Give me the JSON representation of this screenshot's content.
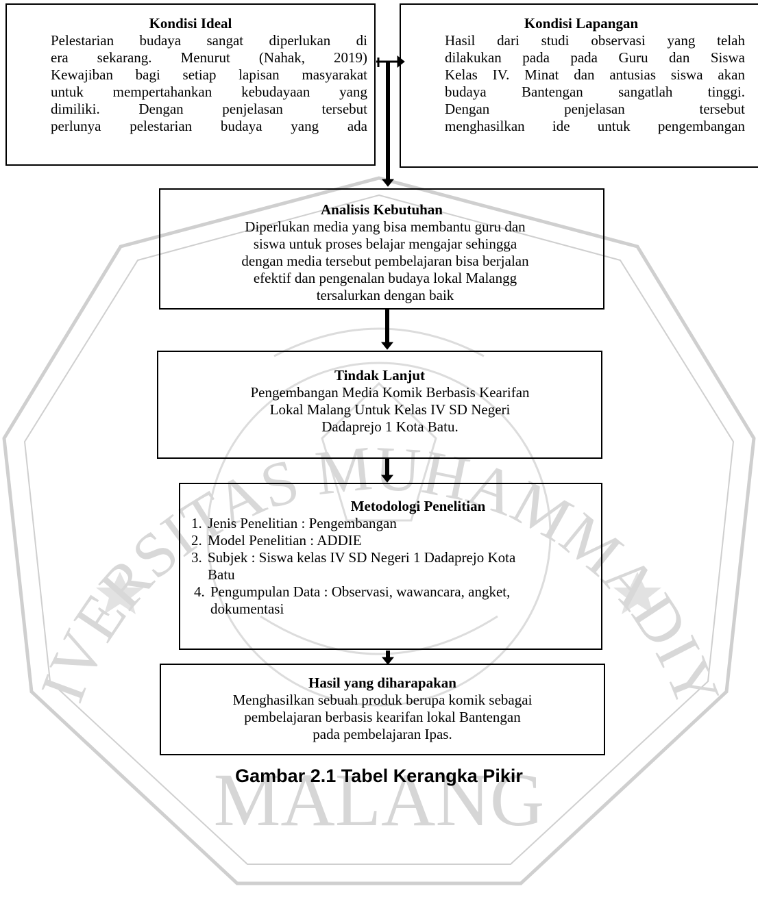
{
  "watermark": {
    "color": "#c8c8c8",
    "top_text": "UNIVERSITAS MUHAMMADIYAH",
    "bottom_text": "MALANG"
  },
  "boxes": {
    "kondisi_ideal": {
      "title": "Kondisi Ideal",
      "lines": [
        "Pelestarian budaya sangat diperlukan di",
        "era sekarang. Menurut (Nahak, 2019)",
        "Kewajiban bagi setiap lapisan masyarakat",
        "untuk mempertahankan kebudayaan yang",
        "dimiliki. Dengan penjelasan tersebut",
        "perlunya pelestarian budaya yang ada"
      ]
    },
    "kondisi_lapangan": {
      "title": "Kondisi Lapangan",
      "lines": [
        "Hasil dari studi observasi yang telah",
        "dilakukan pada pada Guru dan Siswa",
        "Kelas IV. Minat dan antusias siswa akan",
        "budaya Bantengan sangatlah tinggi.",
        "Dengan penjelasan tersebut",
        "menghasilkan ide untuk pengembangan"
      ]
    },
    "analisis_kebutuhan": {
      "title": "Analisis Kebutuhan",
      "lines": [
        "Diperlukan media yang bisa membantu guru dan",
        "siswa untuk proses belajar mengajar sehingga",
        "dengan media tersebut pembelajaran bisa berjalan",
        "efektif dan pengenalan budaya lokal Malangg",
        "tersalurkan dengan baik"
      ]
    },
    "tindak_lanjut": {
      "title": "Tindak Lanjut",
      "lines": [
        "Pengembangan Media Komik Berbasis Kearifan",
        "Lokal Malang Untuk Kelas IV SD Negeri",
        "Dadaprejo 1 Kota Batu."
      ]
    },
    "metodologi": {
      "title": "Metodologi Penelitian",
      "items": [
        {
          "num": "1.",
          "text": "Jenis Penelitian : Pengembangan"
        },
        {
          "num": "2.",
          "text": "Model Penelitian : ADDIE"
        },
        {
          "num": "3.",
          "text": "Subjek : Siswa kelas IV SD Negeri 1 Dadaprejo Kota",
          "cont": "Batu"
        },
        {
          "num": "4.",
          "text": "Pengumpulan Data : Observasi, wawancara, angket,",
          "cont": "dokumentasi"
        }
      ]
    },
    "hasil": {
      "title": "Hasil yang diharapakan",
      "lines": [
        "Menghasilkan sebuah produk berupa komik sebagai",
        "pembelajaran berbasis kearifan lokal Bantengan",
        "pada pembelajaran Ipas."
      ]
    }
  },
  "caption": "Gambar 2.1 Tabel Kerangka Pikir"
}
